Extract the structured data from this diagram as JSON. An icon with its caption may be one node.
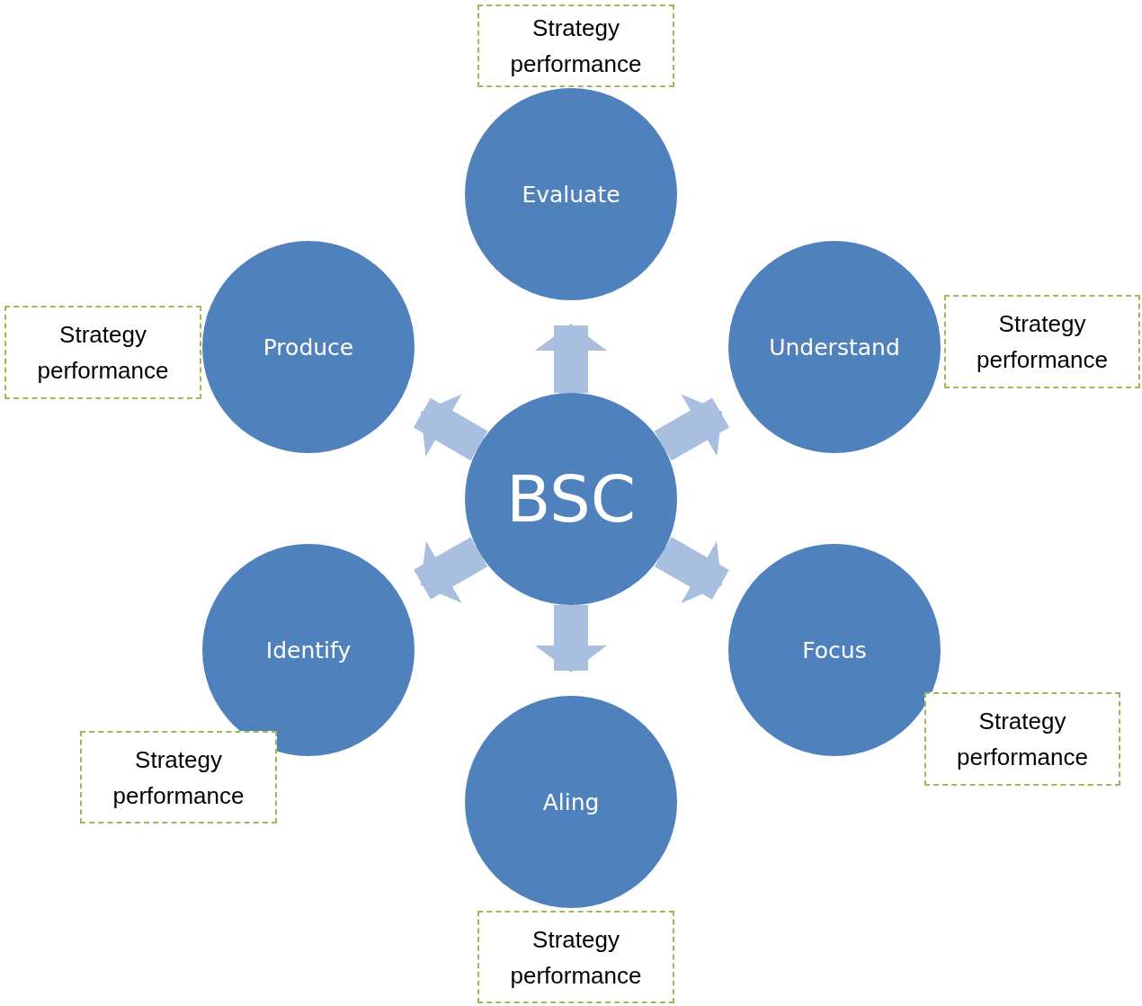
{
  "diagram": {
    "nodes": [
      {
        "text": [
          "BSC"
        ]
      },
      {
        "text": [
          "Evaluate"
        ]
      },
      {
        "text": [
          "Understand"
        ]
      },
      {
        "text": [
          "Focus"
        ]
      },
      {
        "text": [
          "Aling"
        ]
      },
      {
        "text": [
          "Identify"
        ]
      },
      {
        "text": [
          "Produce"
        ]
      },
      {
        "text": [
          "Strategy performance"
        ]
      },
      {
        "text": [
          "Strategy performance"
        ]
      },
      {
        "text": [
          "Strategy performance"
        ]
      },
      {
        "text": [
          "Strategy performance"
        ]
      },
      {
        "text": [
          "Strategy performance"
        ]
      },
      {
        "text": [
          "Strategy performance"
        ]
      }
    ],
    "edges": [
      {
        "from": 0,
        "to": 1,
        "arrow": "to"
      },
      {
        "from": 0,
        "to": 2,
        "arrow": "to"
      },
      {
        "from": 0,
        "to": 3,
        "arrow": "to"
      },
      {
        "from": 0,
        "to": 4,
        "arrow": "to"
      },
      {
        "from": 0,
        "to": 5,
        "arrow": "to"
      },
      {
        "from": 0,
        "to": 6,
        "arrow": "to"
      }
    ]
  }
}
